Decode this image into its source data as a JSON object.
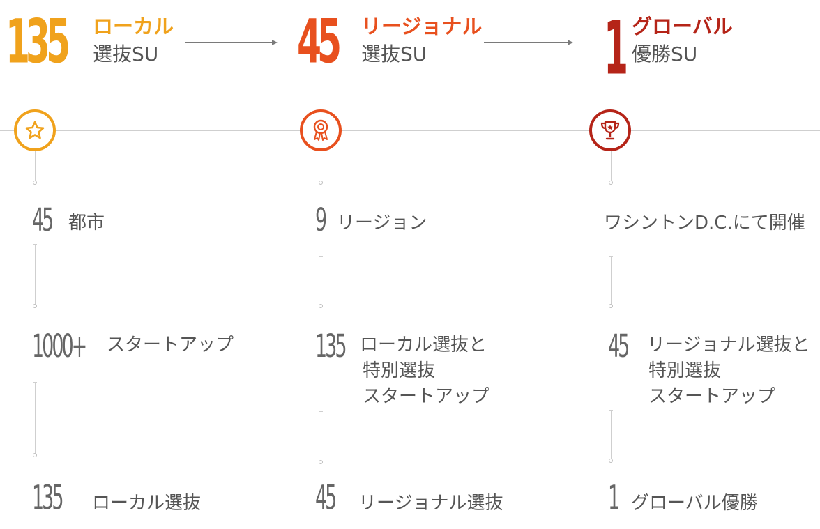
{
  "stages": [
    {
      "number": "135",
      "title": "ローカル",
      "subtitle": "選抜SU",
      "color": "#f0a21c"
    },
    {
      "number": "45",
      "title": "リージョナル",
      "subtitle": "選抜SU",
      "color": "#e8501e"
    },
    {
      "number": "1",
      "title": "グローバル",
      "subtitle": "優勝SU",
      "color": "#b52418"
    }
  ],
  "icons": [
    "star-icon",
    "ribbon-award-icon",
    "trophy-icon"
  ],
  "stats": {
    "local": [
      {
        "number": "45",
        "text": "都市"
      },
      {
        "number": "1000+",
        "text": "スタートアップ"
      },
      {
        "number": "135",
        "text": "ローカル選抜"
      }
    ],
    "regional": [
      {
        "number": "9",
        "text": "リージョン"
      },
      {
        "number": "135",
        "line1": "ローカル選抜と",
        "line2": "特別選抜",
        "line3": "スタートアップ"
      },
      {
        "number": "45",
        "text": "リージョナル選抜"
      }
    ],
    "global": [
      {
        "text": "ワシントンD.C.にて開催"
      },
      {
        "number": "45",
        "line1": "リージョナル選抜と",
        "line2": "特別選抜",
        "line3": "スタートアップ"
      },
      {
        "number": "1",
        "text": "グローバル優勝"
      }
    ]
  }
}
